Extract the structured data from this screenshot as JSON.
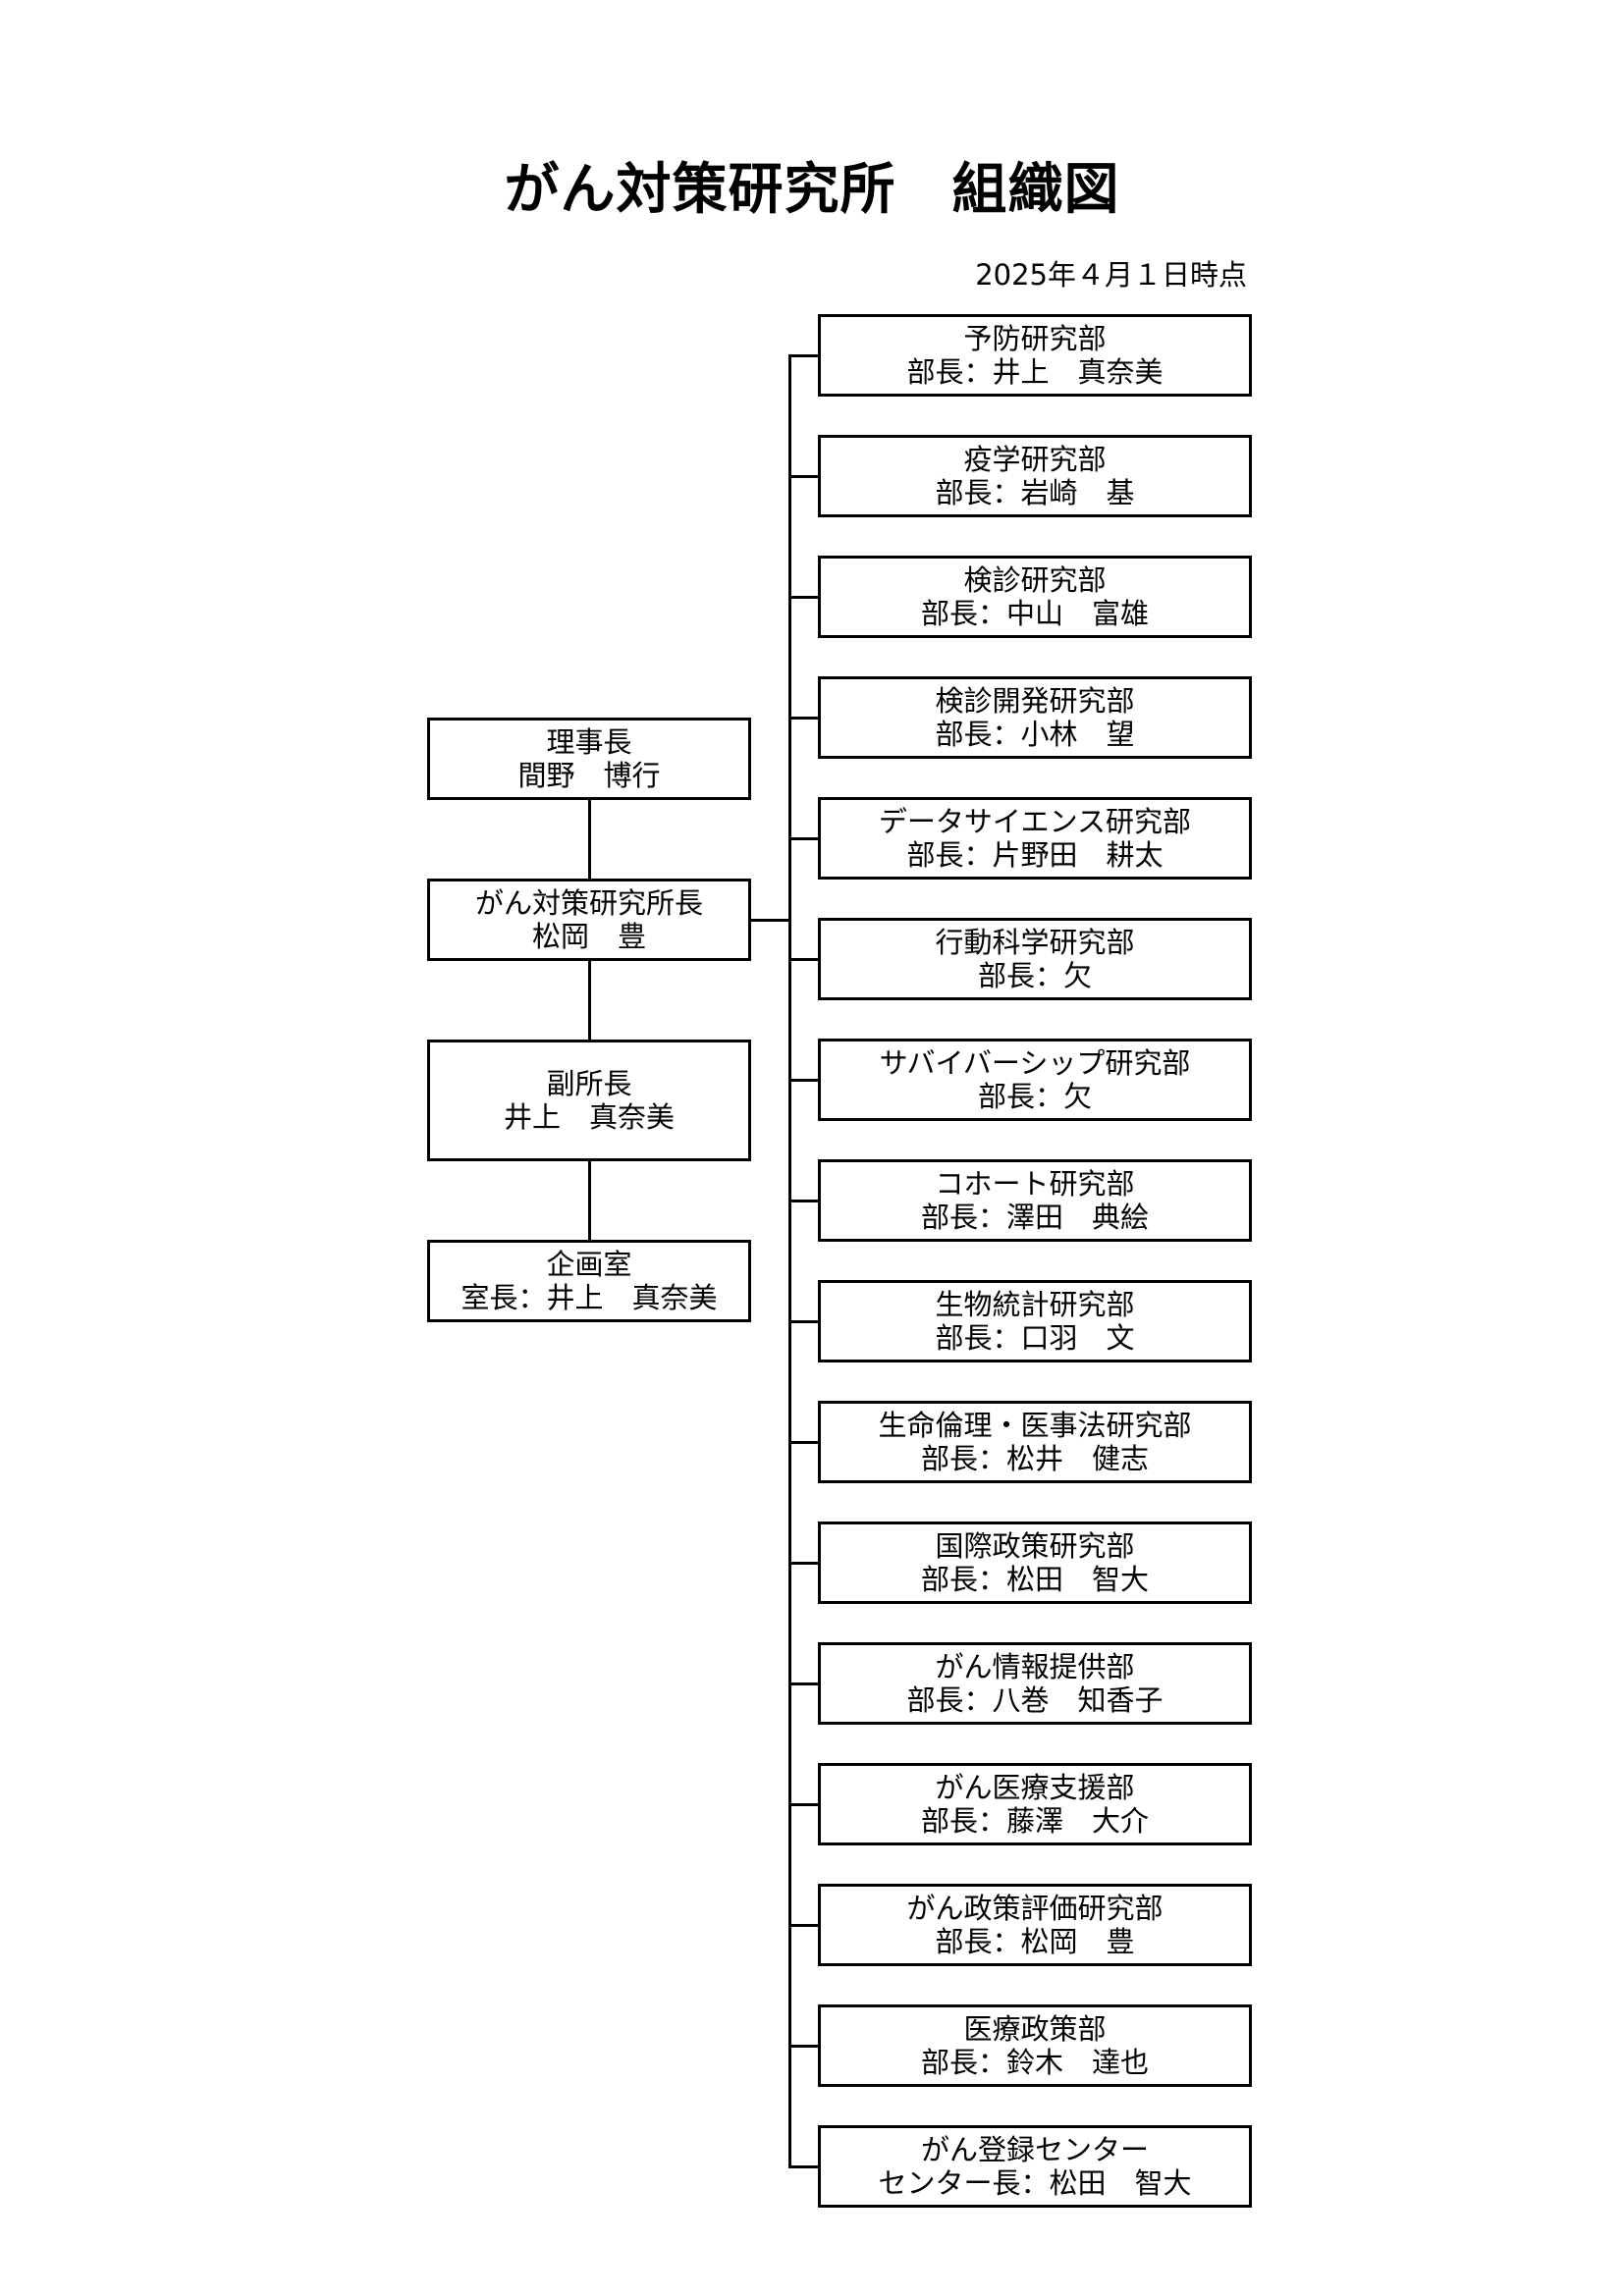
{
  "title": "がん対策研究所　組織図",
  "as_of": "2025年４月１日時点",
  "colors": {
    "line": "#000000",
    "box_fill": "#ffffff",
    "text": "#000000"
  },
  "left_column": [
    {
      "name": "理事長",
      "person": "間野　博行"
    },
    {
      "name": "がん対策研究所長",
      "person": "松岡　豊"
    },
    {
      "name": "副所長",
      "person": "井上　真奈美"
    },
    {
      "name": "企画室",
      "person": "室長：井上　真奈美"
    }
  ],
  "departments": [
    {
      "name": "予防研究部",
      "head": "部長：井上　真奈美"
    },
    {
      "name": "疫学研究部",
      "head": "部長：岩崎　基"
    },
    {
      "name": "検診研究部",
      "head": "部長：中山　富雄"
    },
    {
      "name": "検診開発研究部",
      "head": "部長：小林　望"
    },
    {
      "name": "データサイエンス研究部",
      "head": "部長：片野田　耕太"
    },
    {
      "name": "行動科学研究部",
      "head": "部長：欠"
    },
    {
      "name": "サバイバーシップ研究部",
      "head": "部長：欠"
    },
    {
      "name": "コホート研究部",
      "head": "部長：澤田　典絵"
    },
    {
      "name": "生物統計研究部",
      "head": "部長：口羽　文"
    },
    {
      "name": "生命倫理・医事法研究部",
      "head": "部長：松井　健志"
    },
    {
      "name": "国際政策研究部",
      "head": "部長：松田　智大"
    },
    {
      "name": "がん情報提供部",
      "head": "部長：八巻　知香子"
    },
    {
      "name": "がん医療支援部",
      "head": "部長：藤澤　大介"
    },
    {
      "name": "がん政策評価研究部",
      "head": "部長：松岡　豊"
    },
    {
      "name": "医療政策部",
      "head": "部長：鈴木　達也"
    },
    {
      "name": "がん登録センター",
      "head": "センター長：松田　智大"
    }
  ]
}
